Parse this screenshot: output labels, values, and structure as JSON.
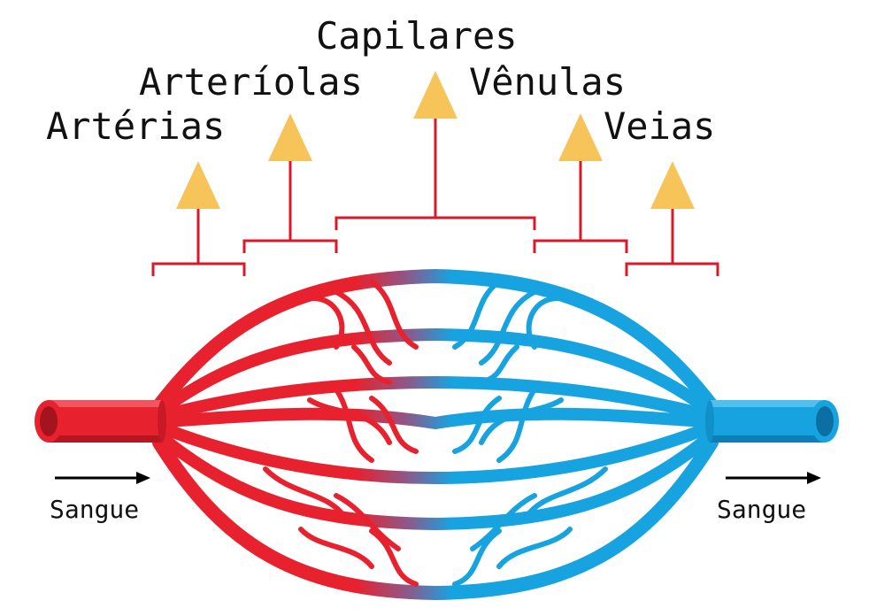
{
  "labels": {
    "capilares": "Capilares",
    "arteriolas": "Arteríolas",
    "venulas": "Vênulas",
    "arterias": "Artérias",
    "veias": "Veias",
    "sangue_left": "Sangue",
    "sangue_right": "Sangue"
  },
  "colors": {
    "artery": "#e8212f",
    "artery_dark": "#a3141e",
    "vein": "#17a3e0",
    "vein_dark": "#0b6fa3",
    "bracket": "#d7192a",
    "pointer": "#f7c45a",
    "text": "#111111"
  }
}
